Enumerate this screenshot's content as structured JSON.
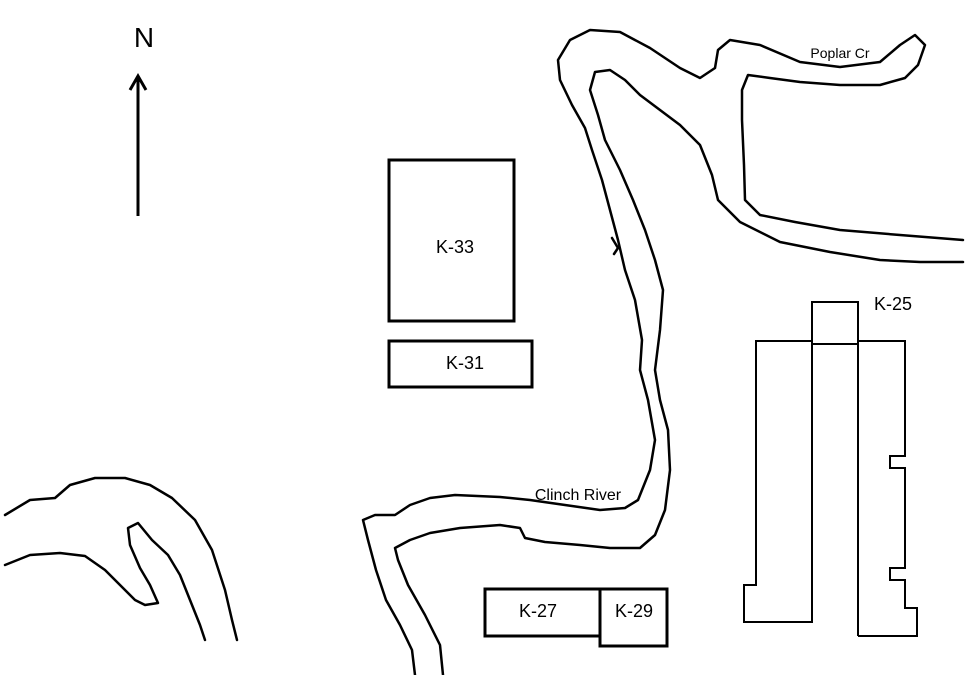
{
  "compass": {
    "letter": "N",
    "icon": "north-arrow-icon"
  },
  "waterways": {
    "clinch_river": "Clinch River",
    "poplar_creek": "Poplar Cr"
  },
  "buildings": {
    "k33": "K-33",
    "k31": "K-31",
    "k25": "K-25",
    "k27": "K-27",
    "k29": "K-29"
  },
  "colors": {
    "ink": "#000000",
    "background": "#ffffff"
  }
}
